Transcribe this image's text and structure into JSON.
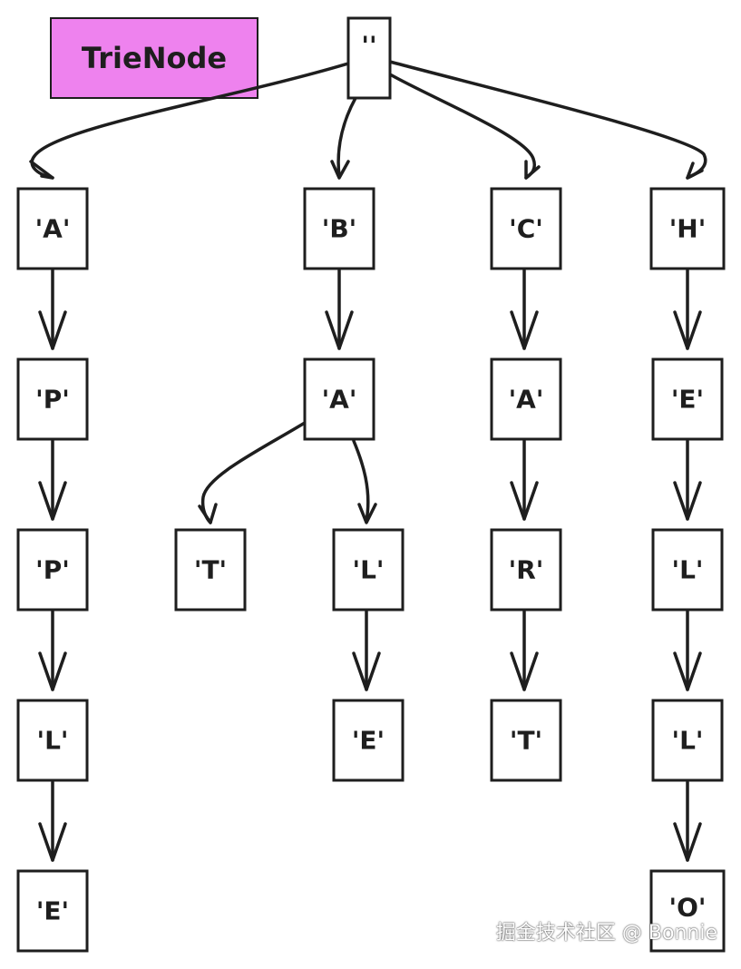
{
  "title": "TrieNode",
  "watermark": "掘金技术社区 @ Bonnie",
  "colors": {
    "title_fill": "#ee82ee",
    "stroke": "#1e1e1e",
    "background": "#ffffff"
  },
  "nodes": {
    "root": "''",
    "a1": "'A'",
    "a2": "'P'",
    "a3": "'P'",
    "a4": "'L'",
    "a5": "'E'",
    "b1": "'B'",
    "b2": "'A'",
    "b3": "'T'",
    "b4": "'L'",
    "b5": "'E'",
    "c1": "'C'",
    "c2": "'A'",
    "c3": "'R'",
    "c4": "'T'",
    "h1": "'H'",
    "h2": "'E'",
    "h3": "'L'",
    "h4": "'L'",
    "h5": "'O'"
  },
  "edges": [
    [
      "root",
      "a1"
    ],
    [
      "root",
      "b1"
    ],
    [
      "root",
      "c1"
    ],
    [
      "root",
      "h1"
    ],
    [
      "a1",
      "a2"
    ],
    [
      "a2",
      "a3"
    ],
    [
      "a3",
      "a4"
    ],
    [
      "a4",
      "a5"
    ],
    [
      "b1",
      "b2"
    ],
    [
      "b2",
      "b3"
    ],
    [
      "b2",
      "b4"
    ],
    [
      "b4",
      "b5"
    ],
    [
      "c1",
      "c2"
    ],
    [
      "c2",
      "c3"
    ],
    [
      "c3",
      "c4"
    ],
    [
      "h1",
      "h2"
    ],
    [
      "h2",
      "h3"
    ],
    [
      "h3",
      "h4"
    ],
    [
      "h4",
      "h5"
    ]
  ]
}
